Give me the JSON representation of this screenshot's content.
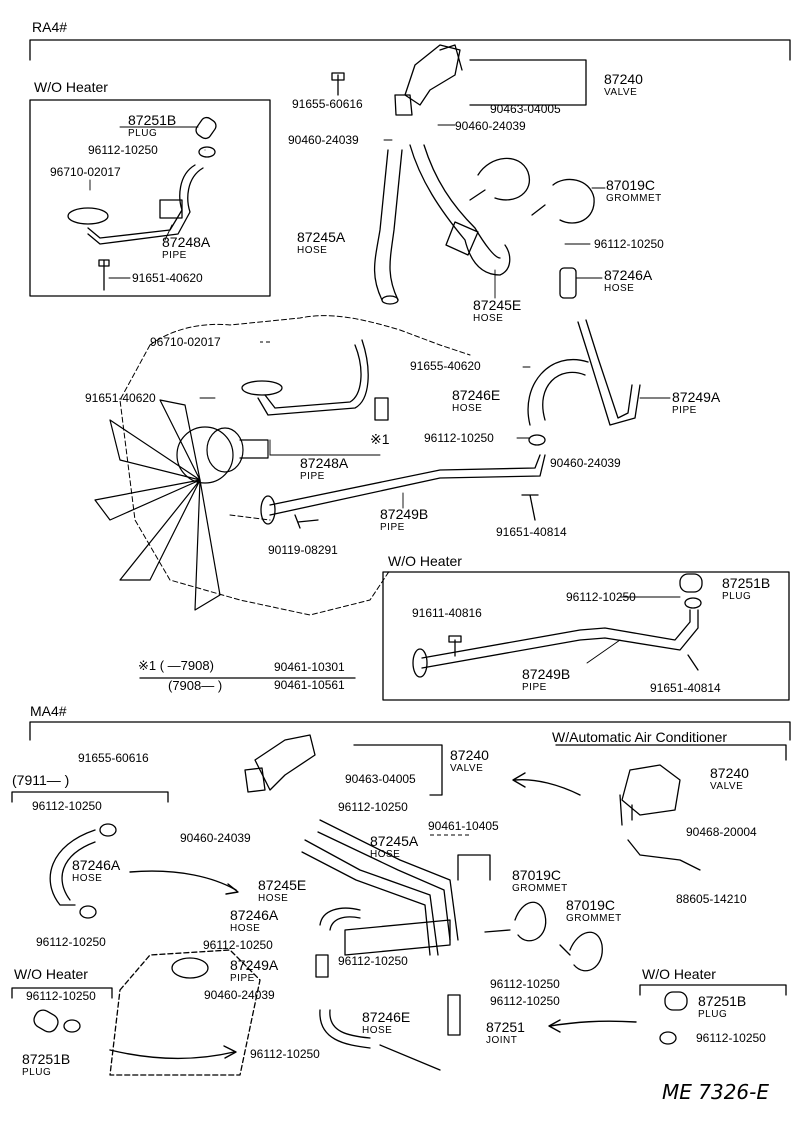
{
  "sections": {
    "ra4": "RA4#",
    "ma4": "MA4#",
    "wo_heater_1": "W/O Heater",
    "wo_heater_2": "W/O Heater",
    "wo_heater_3": "W/O Heater",
    "wo_heater_4": "W/O Heater",
    "w_auto_ac": "W/Automatic Air Conditioner",
    "range_7911": "(7911—          )"
  },
  "ra4_labels": {
    "p87240": "87240",
    "p87240_sub": "VALVE",
    "p91655_60616": "91655-60616",
    "p90463_04005": "90463-04005",
    "p90460_24039_a": "90460-24039",
    "p90460_24039_b": "90460-24039",
    "p87019C": "87019C",
    "p87019C_sub": "GROMMET",
    "p96112_10250_a": "96112-10250",
    "p87245A": "87245A",
    "p87245A_sub": "HOSE",
    "p87246A": "87246A",
    "p87246A_sub": "HOSE",
    "p87245E": "87245E",
    "p87245E_sub": "HOSE",
    "p96710_02017": "96710-02017",
    "p91655_40620": "91655-40620",
    "p91651_40620": "91651-40620",
    "p87246E": "87246E",
    "p87246E_sub": "HOSE",
    "p87249A": "87249A",
    "p87249A_sub": "PIPE",
    "p96112_10250_b": "96112-10250",
    "p90460_24039_c": "90460-24039",
    "p87248A": "87248A",
    "p87248A_sub": "PIPE",
    "p87249B": "87249B",
    "p87249B_sub": "PIPE",
    "p91651_40814": "91651-40814",
    "p90119_08291": "90119-08291",
    "mark1": "※1"
  },
  "ra4_inset_heater": {
    "p87251B": "87251B",
    "p87251B_sub": "PLUG",
    "p96112_10250": "96112-10250",
    "p96710_02017": "96710-02017",
    "p87248A": "87248A",
    "p87248A_sub": "PIPE",
    "p91651_40620": "91651-40620"
  },
  "ra4_inset_heater2": {
    "p87251B": "87251B",
    "p87251B_sub": "PLUG",
    "p96112_10250": "96112-10250",
    "p91611_40816": "91611-40816",
    "p87249B": "87249B",
    "p87249B_sub": "PIPE",
    "p91651_40814": "91651-40814"
  },
  "notes": {
    "mark1_row1_a": "※1 (       —7908)",
    "mark1_row1_b": "90461-10301",
    "mark1_row2_a": "(7908—          )",
    "mark1_row2_b": "90461-10561"
  },
  "ma4_labels": {
    "p91655_60616": "91655-60616",
    "p87240": "87240",
    "p87240_sub": "VALVE",
    "p90463_04005": "90463-04005",
    "p96112_10250_a": "96112-10250",
    "p96112_10250_left": "96112-10250",
    "p87246A_left": "87246A",
    "p87246A_left_sub": "HOSE",
    "p96112_10250_left2": "96112-10250",
    "p90460_24039_a": "90460-24039",
    "p87245A": "87245A",
    "p87245A_sub": "HOSE",
    "p90461_10405": "90461-10405",
    "p87245E": "87245E",
    "p87245E_sub": "HOSE",
    "p87246A": "87246A",
    "p87246A_sub": "HOSE",
    "p96112_10250_b": "96112-10250",
    "p96112_10250_c": "96112-10250",
    "p87249A": "87249A",
    "p87249A_sub": "PIPE",
    "p90460_24039_b": "90460-24039",
    "p87019C_a": "87019C",
    "p87019C_a_sub": "GROMMET",
    "p87019C_b": "87019C",
    "p87019C_b_sub": "GROMMET",
    "p96112_10250_d": "96112-10250",
    "p96112_10250_e": "96112-10250",
    "p87246E": "87246E",
    "p87246E_sub": "HOSE",
    "p87251": "87251",
    "p87251_sub": "JOINT",
    "p96112_10250_f": "96112-10250"
  },
  "ma4_ac": {
    "p87240": "87240",
    "p87240_sub": "VALVE",
    "p90468_20004": "90468-20004",
    "p88605_14210": "88605-14210"
  },
  "ma4_heater_left": {
    "p96112_10250": "96112-10250",
    "p87251B": "87251B",
    "p87251B_sub": "PLUG"
  },
  "ma4_heater_right": {
    "p87251B": "87251B",
    "p87251B_sub": "PLUG",
    "p96112_10250": "96112-10250"
  },
  "figure_code": "ME 7326-E"
}
